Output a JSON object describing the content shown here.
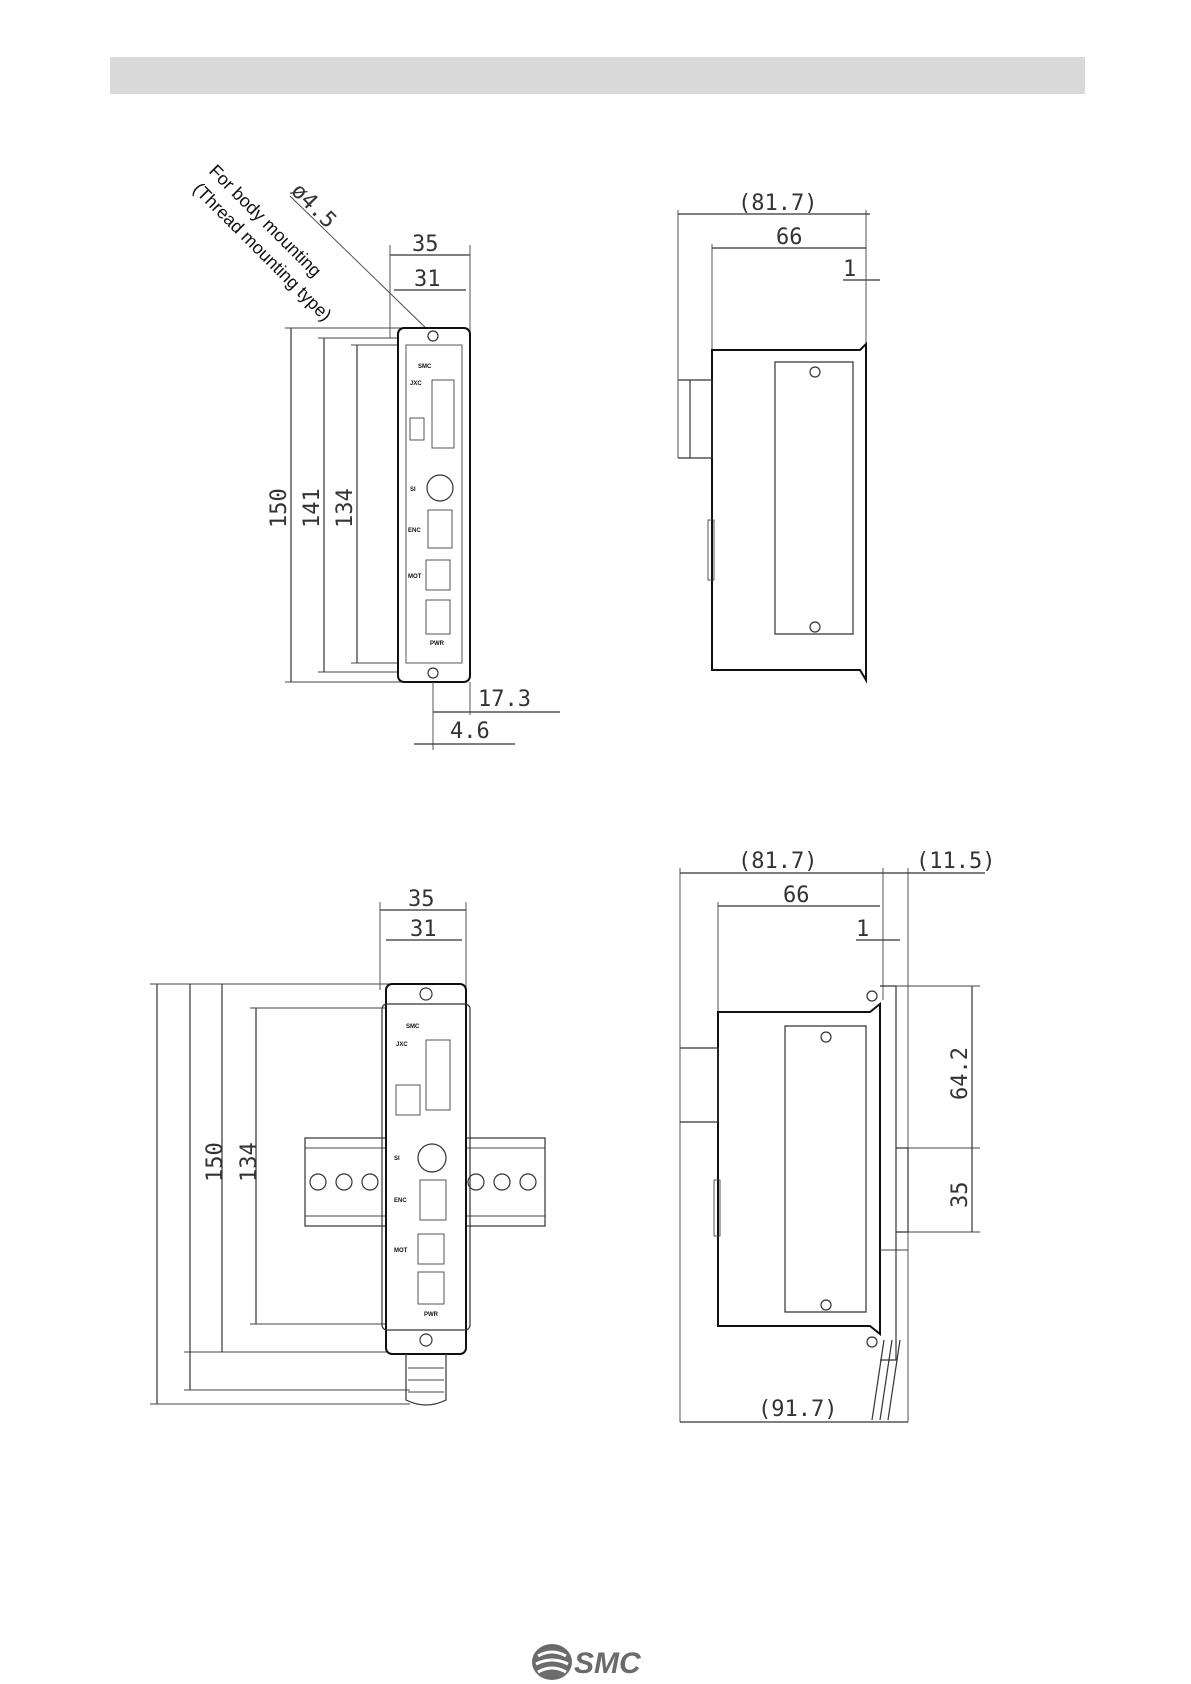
{
  "header": {
    "title": ""
  },
  "annotation": {
    "note_line1": "For body mounting",
    "note_line2": "(Thread mounting type)",
    "hole_dia": "ø4.5"
  },
  "front_top": {
    "width_outer": "35",
    "width_inner": "31",
    "height_150": "150",
    "height_141": "141",
    "height_134": "134",
    "offset_17_3": "17.3",
    "offset_4_6": "4.6"
  },
  "side_top": {
    "depth_total": "(81.7)",
    "depth_body": "66",
    "flange": "1"
  },
  "front_bottom": {
    "width_outer": "35",
    "width_inner": "31",
    "height_150": "150",
    "height_134": "134"
  },
  "side_bottom": {
    "depth_total": "(81.7)",
    "rail_offset": "(11.5)",
    "depth_body": "66",
    "flange": "1",
    "height_64_2": "64.2",
    "rail_35": "35",
    "overall": "(91.7)"
  },
  "device_labels": {
    "brand": "SMC",
    "model": "JXC",
    "port_si": "SI",
    "port_enc": "ENC",
    "port_mot": "MOT",
    "port_pwr": "PWR"
  },
  "footer": {
    "logo": "SMC"
  }
}
